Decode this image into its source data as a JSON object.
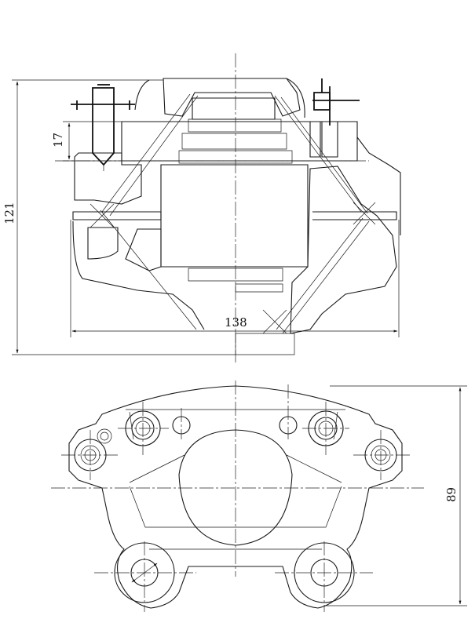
{
  "dimensions": {
    "overall_height": "121",
    "bleeder_height": "17",
    "overall_width": "138",
    "bottom_view_height": "89"
  }
}
